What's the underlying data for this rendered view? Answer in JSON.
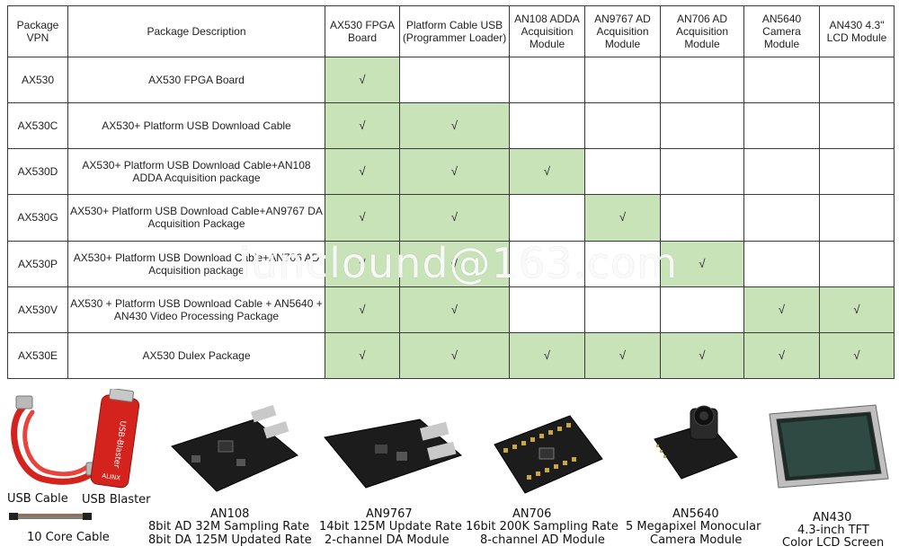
{
  "table": {
    "headers": [
      "Package VPN",
      "Package Description",
      "AX530 FPGA Board",
      "Platform Cable USB (Programmer Loader)",
      "AN108 ADDA Acquisition Module",
      "AN9767 AD Acquisition Module",
      "AN706 AD Acquisition Module",
      "AN5640 Camera Module",
      "AN430 4.3\" LCD Module"
    ],
    "check_symbol": "√",
    "rows": [
      {
        "vpn": "AX530",
        "desc": "AX530 FPGA Board",
        "checks": [
          1,
          0,
          0,
          0,
          0,
          0,
          0
        ]
      },
      {
        "vpn": "AX530C",
        "desc": "AX530+ Platform USB Download Cable",
        "checks": [
          1,
          1,
          0,
          0,
          0,
          0,
          0
        ]
      },
      {
        "vpn": "AX530D",
        "desc": "AX530+ Platform USB Download Cable+AN108 ADDA Acquisition package",
        "checks": [
          1,
          1,
          1,
          0,
          0,
          0,
          0
        ]
      },
      {
        "vpn": "AX530G",
        "desc": "AX530+ Platform USB Download Cable+AN9767 DA Acquisition Package",
        "checks": [
          1,
          1,
          0,
          1,
          0,
          0,
          0
        ]
      },
      {
        "vpn": "AX530P",
        "desc": "AX530+ Platform USB Download Cable+AN706 AD Acquisition package",
        "checks": [
          1,
          1,
          0,
          0,
          1,
          0,
          0
        ]
      },
      {
        "vpn": "AX530V",
        "desc": "AX530 + Platform USB Download Cable + AN5640 + AN430 Video Processing Package",
        "checks": [
          1,
          1,
          0,
          0,
          0,
          1,
          1
        ]
      },
      {
        "vpn": "AX530E",
        "desc": "AX530 Dulex Package",
        "checks": [
          1,
          1,
          1,
          1,
          1,
          1,
          1
        ]
      }
    ]
  },
  "watermark": "iunclound@163.com",
  "products": {
    "usb_cable": "USB Cable",
    "usb_blaster": "USB Blaster",
    "blaster_text": "USB-Blaster",
    "blaster_brand": "ALINX",
    "core_cable": "10 Core Cable",
    "an108_name": "AN108",
    "an108_l1": "8bit AD 32M Sampling Rate",
    "an108_l2": "8bit DA 125M Updated Rate",
    "an9767_name": "AN9767",
    "an9767_l1": "14bit 125M Update Rate",
    "an9767_l2": "2-channel DA Module",
    "an706_name": "AN706",
    "an706_l1": "16bit 200K Sampling Rate",
    "an706_l2": "8-channel AD Module",
    "an5640_name": "AN5640",
    "an5640_l1": "5 Megapixel Monocular",
    "an5640_l2": "Camera Module",
    "an430_name": "AN430",
    "an430_l1": "4.3-inch TFT",
    "an430_l2": "Color LCD Screen"
  },
  "colors": {
    "check_fill": "#c9e3b9",
    "border": "#3a3a3a",
    "blaster_red": "#d4231d",
    "pcb": "#1c1c1c"
  }
}
